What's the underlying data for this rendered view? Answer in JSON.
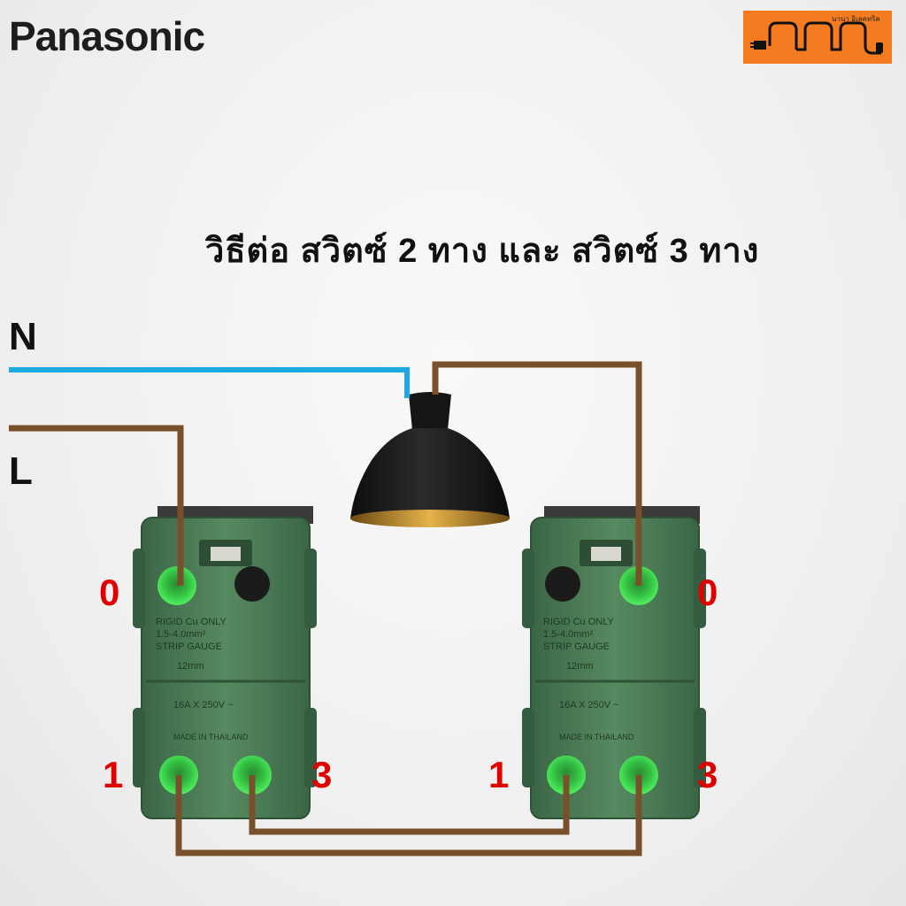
{
  "brand": "Panasonic",
  "logo": {
    "small_text": "นานา อิเลคทริค",
    "big_text": "นานา"
  },
  "title": "วิธีต่อ สวิตซ์ 2 ทาง และ สวิตซ์ 3 ทาง",
  "wires": {
    "neutral": "N",
    "live": "L"
  },
  "left_switch": {
    "terminal_top": "0",
    "terminal_bottom_left": "1",
    "terminal_bottom_right": "3"
  },
  "right_switch": {
    "terminal_top": "0",
    "terminal_bottom_left": "1",
    "terminal_bottom_right": "3"
  },
  "switch_print": {
    "line1": "RIGID Cu ONLY",
    "line2": "1.5-4.0mm²",
    "line3": "STRIP GAUGE",
    "line4": "12mm",
    "rating": "16A X 250V ~",
    "origin": "MADE IN THAILAND"
  },
  "colors": {
    "neutral_wire": "#1fa9e1",
    "live_wire": "#7a4f2c",
    "terminal": "#38d94a",
    "switch_body": "#4d7c57",
    "label_red": "#e00000",
    "logo_bg": "#f47b20"
  }
}
